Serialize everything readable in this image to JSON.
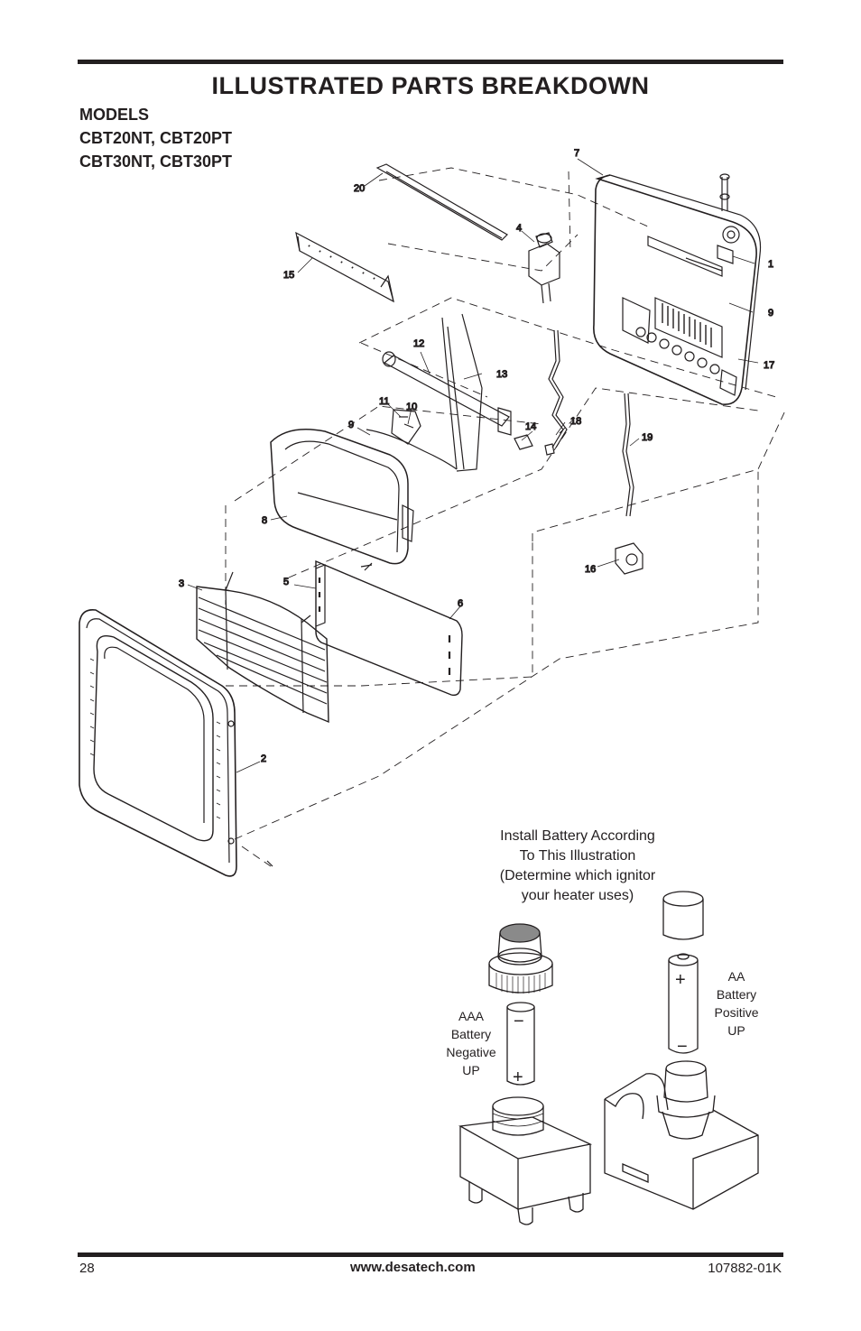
{
  "header": {
    "title": "ILLUSTRATED PARTS BREAKDOWN",
    "models_heading": "MODELS",
    "models": [
      "CBT20NT, CBT20PT",
      "CBT30NT, CBT30PT"
    ]
  },
  "callouts": [
    "20",
    "7",
    "4",
    "1",
    "15",
    "9",
    "12",
    "13",
    "17",
    "11",
    "10",
    "9",
    "14",
    "18",
    "19",
    "8",
    "16",
    "3",
    "5",
    "6",
    "2"
  ],
  "battery": {
    "instruction": [
      "Install Battery According",
      "To This Illustration",
      "(Determine which ignitor",
      "your heater uses)"
    ],
    "aaa_label": [
      "AAA",
      "Battery",
      "Negative",
      "UP"
    ],
    "aa_label": [
      "AA",
      "Battery",
      "Positive",
      "UP"
    ],
    "minus_sign": "−",
    "plus_sign": "+"
  },
  "footer": {
    "page_number": "28",
    "website": "www.desatech.com",
    "doc_number": "107882-01K"
  }
}
